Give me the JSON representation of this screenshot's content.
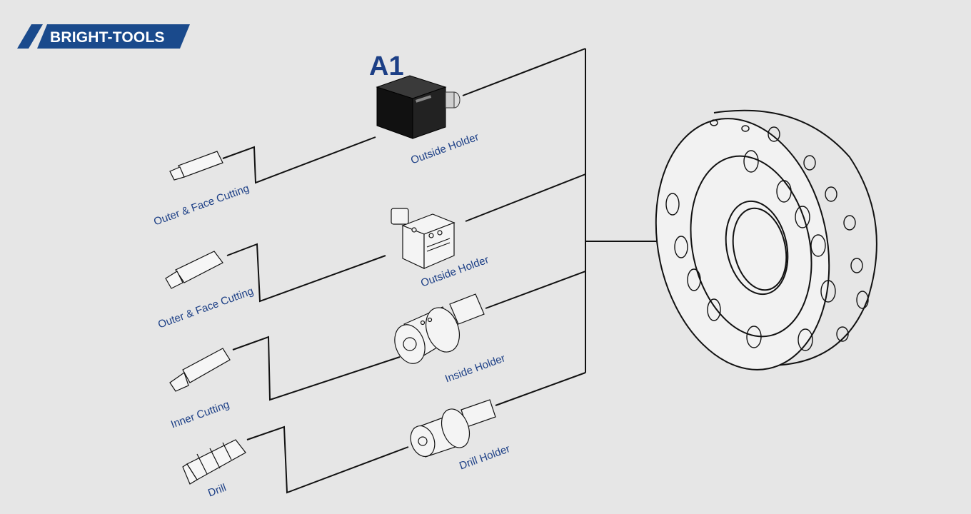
{
  "brand": {
    "name": "BRIGHT-TOOLS"
  },
  "marker": "A1",
  "colors": {
    "label": "#1c3f86",
    "logo": "#1a4a8c",
    "line": "#111111",
    "background": "#e6e6e6"
  },
  "holders": [
    {
      "label": "Outside  Holder",
      "icon": "square-block-holder-icon"
    },
    {
      "label": "Outside  Holder",
      "icon": "clamp-holder-icon"
    },
    {
      "label": "Inside Holder",
      "icon": "round-bore-holder-icon"
    },
    {
      "label": "Drill Holder",
      "icon": "drill-sleeve-holder-icon"
    }
  ],
  "tools": [
    {
      "label": "Outer & Face Cutting",
      "icon": "turning-tool-icon"
    },
    {
      "label": "Outer & Face Cutting",
      "icon": "turning-tool-icon"
    },
    {
      "label": "Inner Cutting",
      "icon": "boring-bar-icon"
    },
    {
      "label": "Drill",
      "icon": "twist-drill-icon"
    }
  ],
  "turret": {
    "icon": "turret-disc-icon"
  }
}
